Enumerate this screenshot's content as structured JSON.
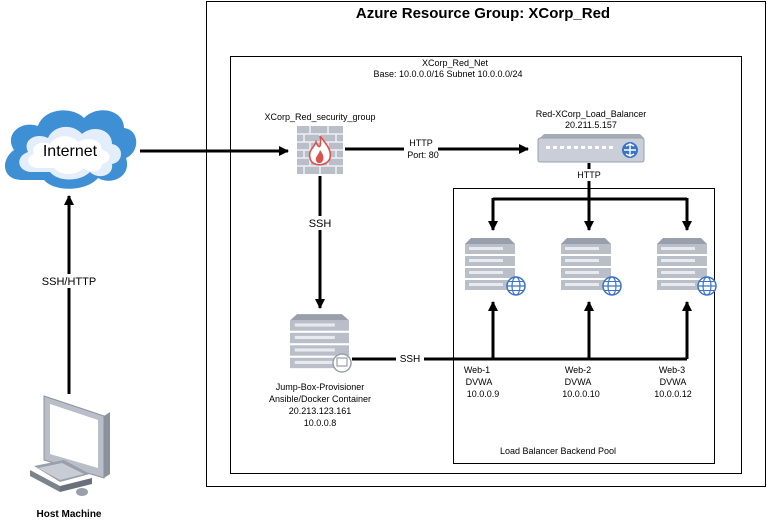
{
  "resource_group": {
    "title": "Azure Resource Group: XCorp_Red"
  },
  "vnet": {
    "name": "XCorp_Red_Net",
    "address": "Base: 10.0.0.0/16 Subnet 10.0.0.0/24"
  },
  "internet": {
    "label": "Internet"
  },
  "host": {
    "label": "Host Machine"
  },
  "nsg": {
    "label": "XCorp_Red_security_group"
  },
  "load_balancer": {
    "name": "Red-XCorp_Load_Balancer",
    "ip": "20.211.5.157"
  },
  "jumpbox": {
    "lines": [
      "Jump-Box-Provisioner",
      "Ansible/Docker Container",
      "20.213.123.161",
      "10.0.0.8"
    ]
  },
  "backend_pool": {
    "label": "Load Balancer Backend Pool"
  },
  "web_servers": [
    {
      "name": "Web-1",
      "app": "DVWA",
      "ip": "10.0.0.9"
    },
    {
      "name": "Web-2",
      "app": "DVWA",
      "ip": "10.0.0.10"
    },
    {
      "name": "Web-3",
      "app": "DVWA",
      "ip": "10.0.0.12"
    }
  ],
  "connections": {
    "host_internet": "SSH/HTTP",
    "nsg_lb_protocol": "HTTP",
    "nsg_lb_port": "Port: 80",
    "lb_pool": "HTTP",
    "nsg_jumpbox": "SSH",
    "jumpbox_web": "SSH"
  },
  "colors": {
    "server_fill": "#b9bec8",
    "server_stripe": "#e8eaee",
    "globe": "#3b74c6",
    "cloud": "#3f8fd4",
    "cloud_light": "#ffffff",
    "firewall": "#b9bec8",
    "flame": "#d9534f",
    "lb_fill": "#c9ced8"
  }
}
